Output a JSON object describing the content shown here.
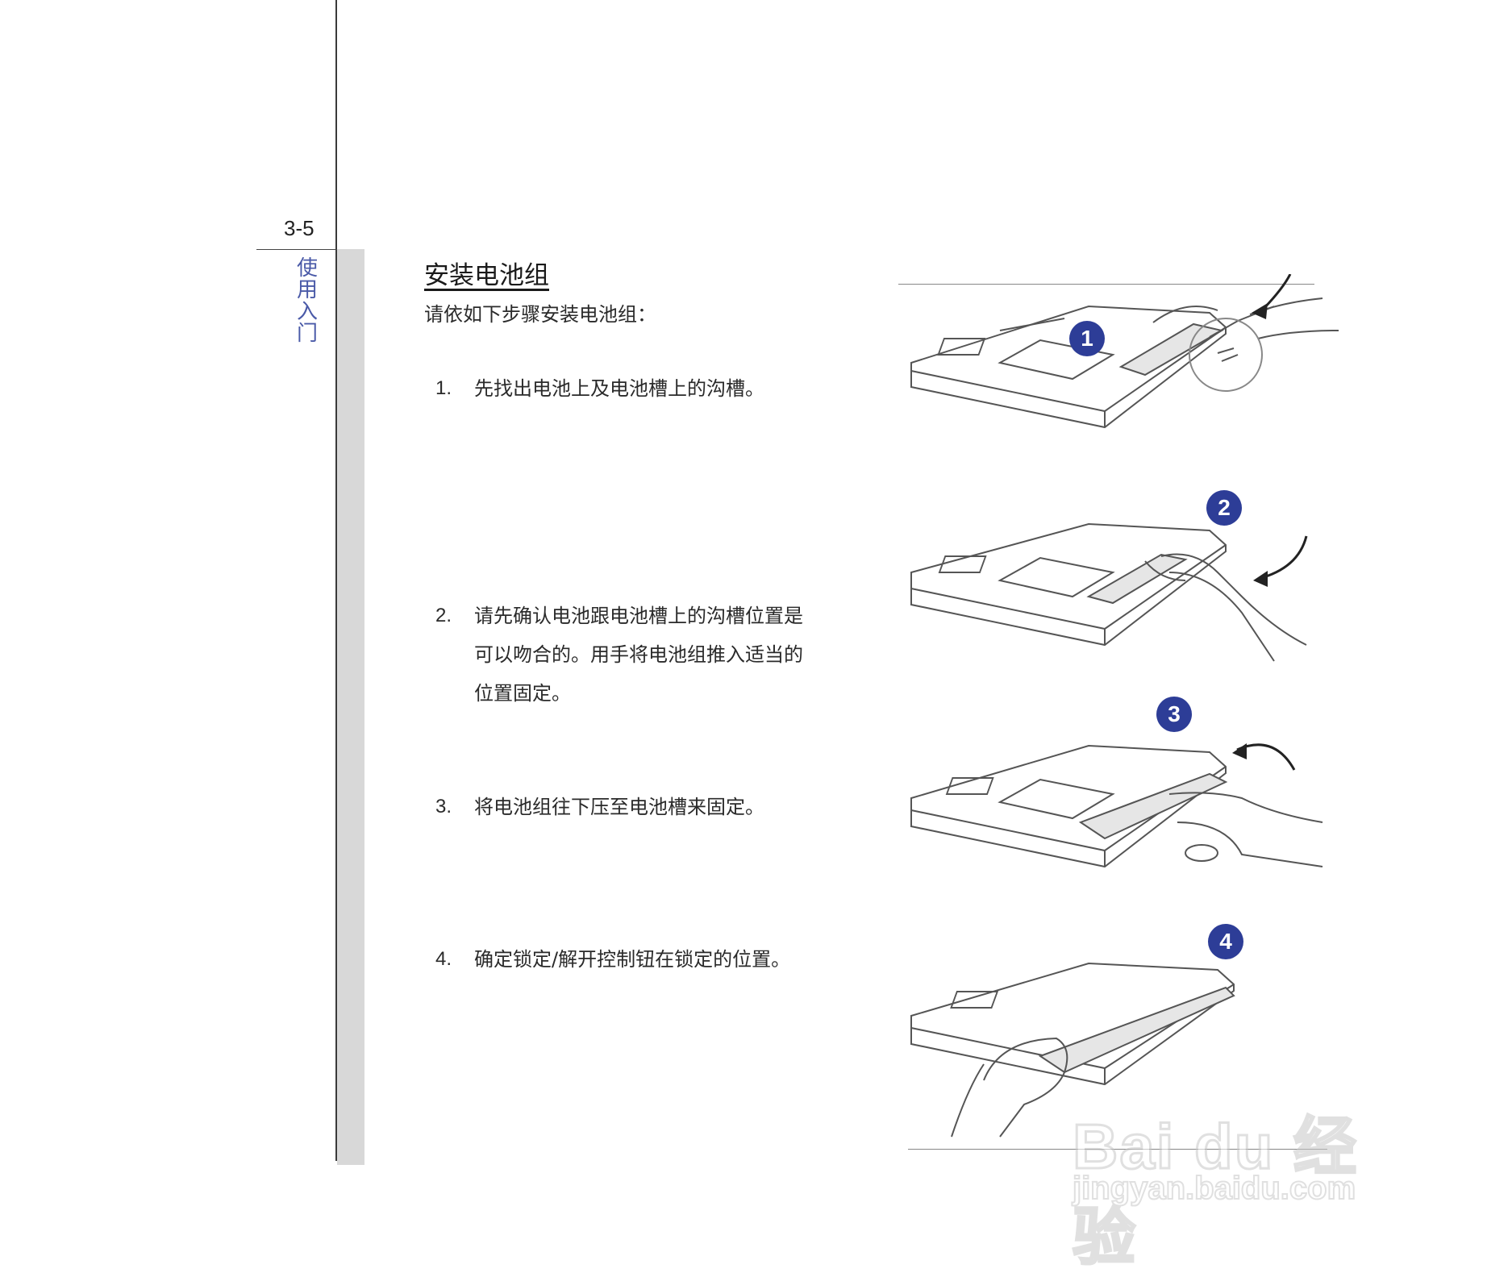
{
  "page": {
    "number": "3-5",
    "section_label": "使用入门"
  },
  "content": {
    "title": "安装电池组",
    "intro": "请依如下步骤安装电池组：",
    "steps": [
      {
        "num": "1.",
        "text": "先找出电池上及电池槽上的沟槽。"
      },
      {
        "num": "2.",
        "text": "请先确认电池跟电池槽上的沟槽位置是可以吻合的。用手将电池组推入适当的位置固定。"
      },
      {
        "num": "3.",
        "text": "将电池组往下压至电池槽来固定。"
      },
      {
        "num": "4.",
        "text": "确定锁定/解开控制钮在锁定的位置。"
      }
    ]
  },
  "illustrations": {
    "badges": [
      "1",
      "2",
      "3",
      "4"
    ],
    "badge_color": "#2d3d97",
    "line_color": "#444444"
  },
  "watermark": {
    "main": "Bai du 经验",
    "sub": "jingyan.baidu.com"
  }
}
